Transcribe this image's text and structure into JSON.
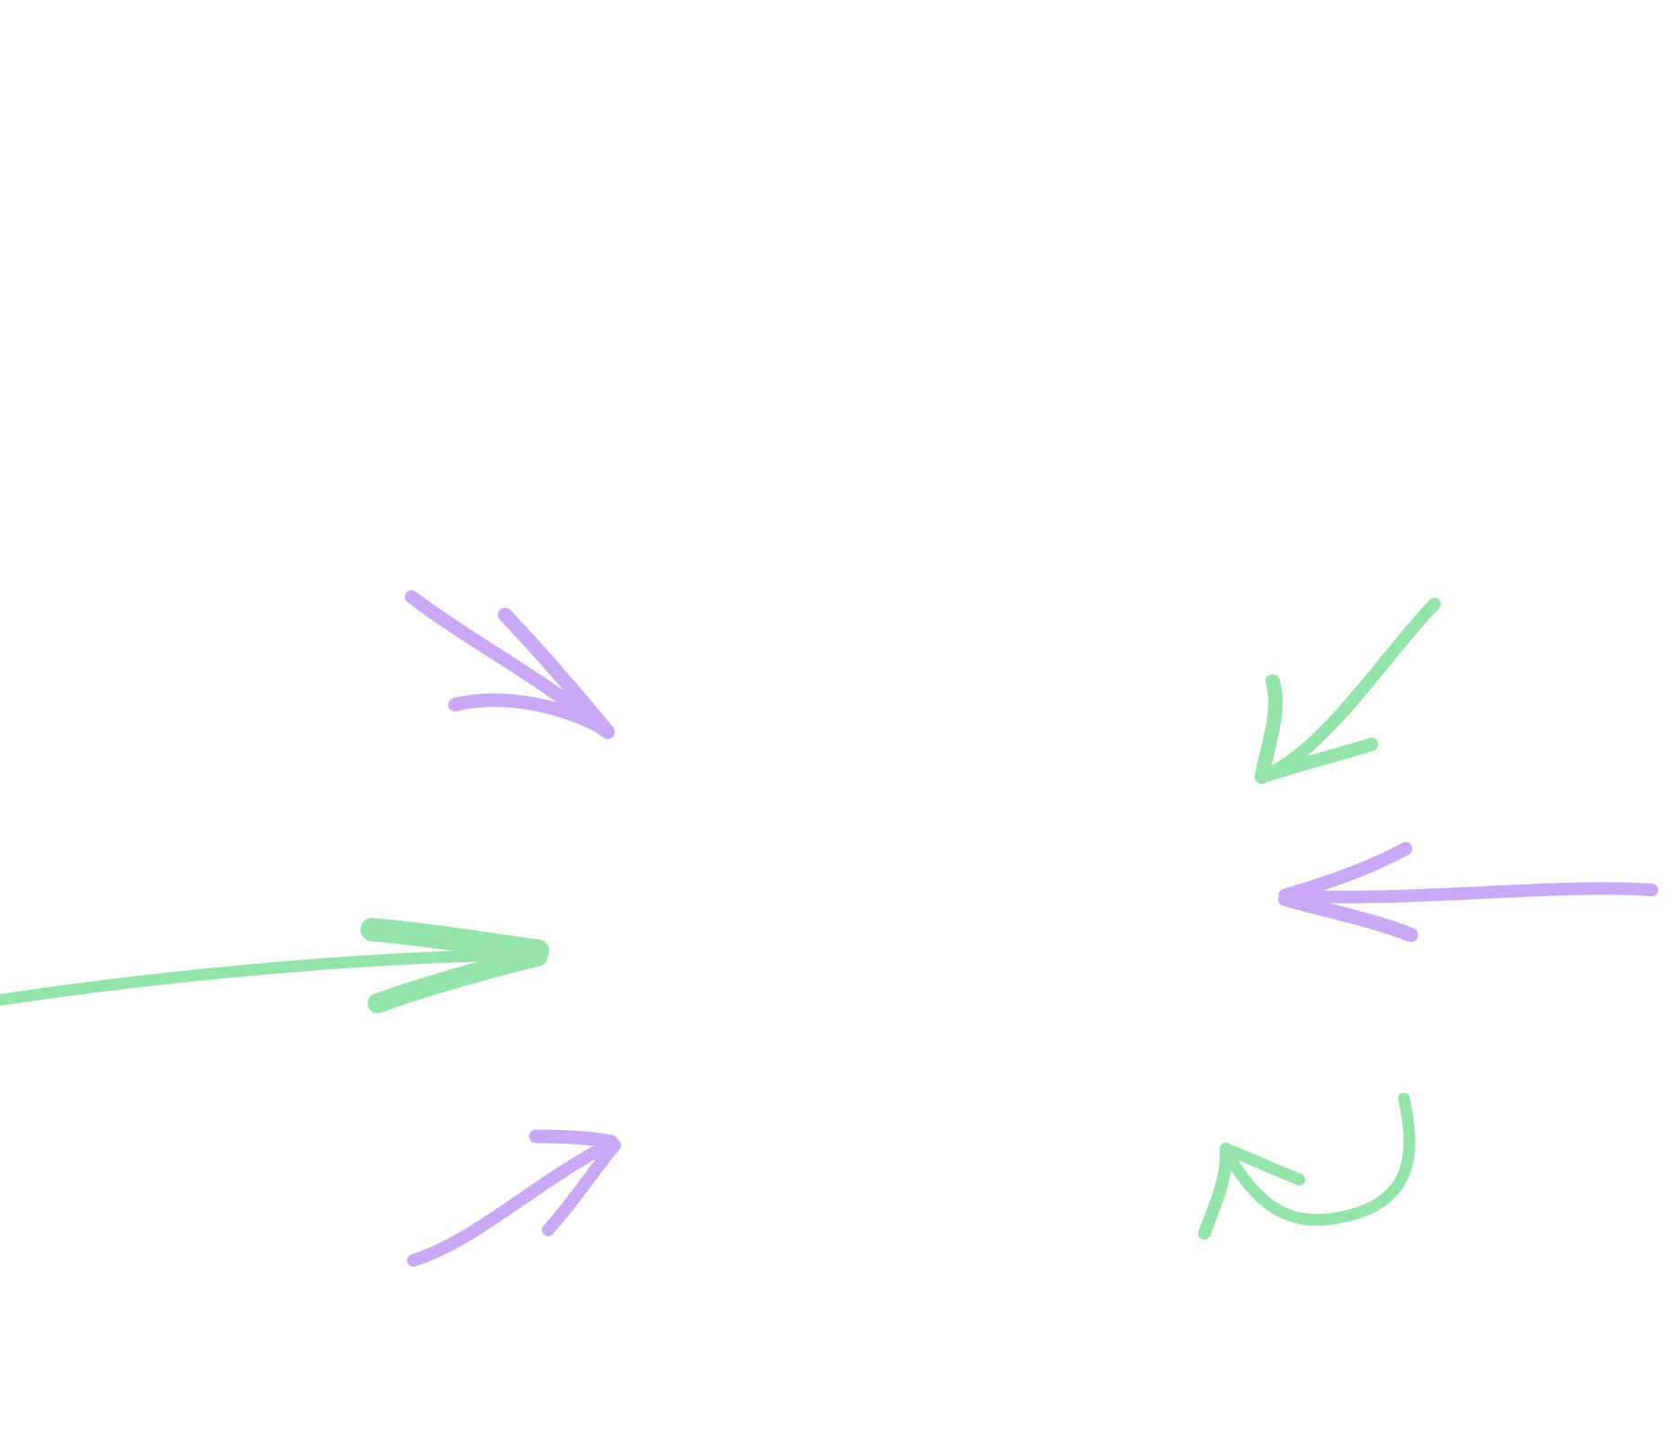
{
  "colors": {
    "background": "#ffffff",
    "purple": "#c9a8f5",
    "green": "#93e3ab"
  },
  "arrows": [
    {
      "name": "arrow-top-left",
      "icon": "arrow-pointing-down-right-icon",
      "color": "purple"
    },
    {
      "name": "arrow-middle-left",
      "icon": "arrow-pointing-right-icon",
      "color": "green"
    },
    {
      "name": "arrow-bottom-left",
      "icon": "arrow-pointing-up-right-icon",
      "color": "purple"
    },
    {
      "name": "arrow-top-right",
      "icon": "arrow-pointing-down-left-icon",
      "color": "green"
    },
    {
      "name": "arrow-middle-right",
      "icon": "arrow-pointing-left-icon",
      "color": "purple"
    },
    {
      "name": "arrow-bottom-right",
      "icon": "curved-arrow-pointing-up-left-icon",
      "color": "green"
    }
  ]
}
